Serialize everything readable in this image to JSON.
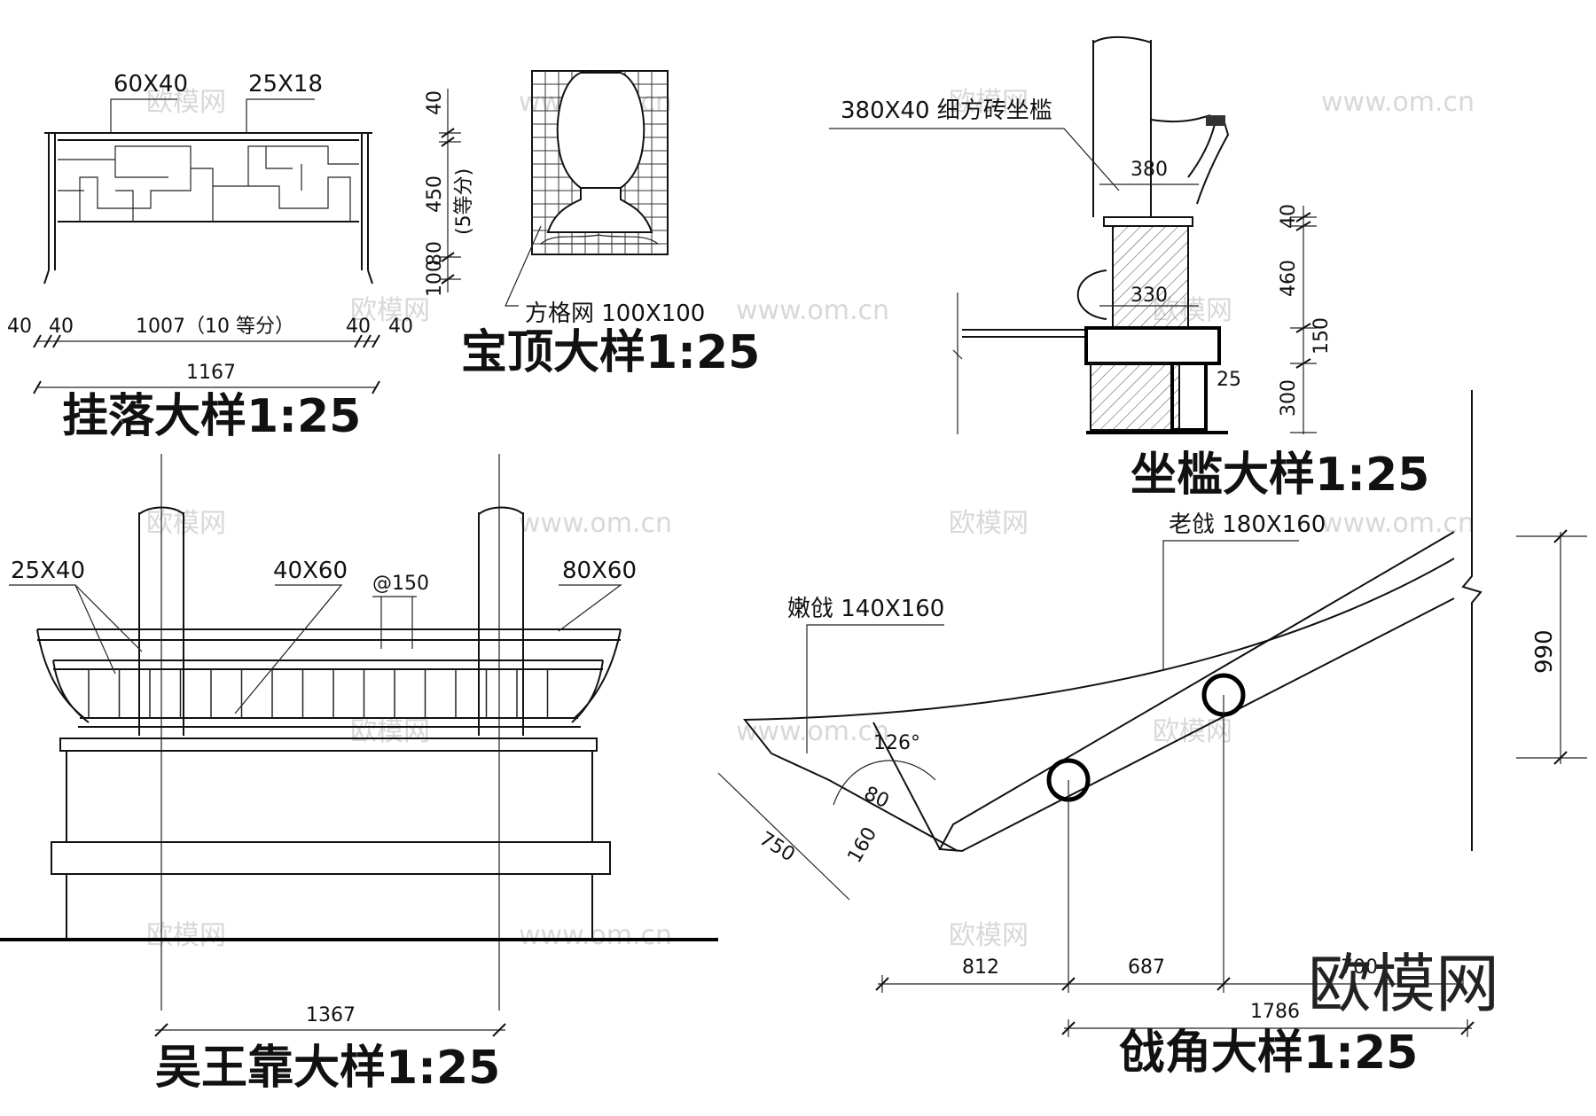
{
  "gualuo": {
    "title": "挂落大样1:25",
    "dims": {
      "top_a": "60X40",
      "top_b": "25X18",
      "left1": "40",
      "left2": "40",
      "mid": "1007（10 等分）",
      "right1": "40",
      "right2": "40",
      "total": "1167"
    }
  },
  "baoding": {
    "title": "宝顶大样1:25",
    "dims": {
      "d1": "40",
      "d2": "450",
      "d2_note": "(5等分)",
      "d3": "80",
      "d4": "100"
    },
    "note": "方格网 100X100"
  },
  "zuojian": {
    "title": "坐槛大样1:25",
    "note": "380X40 细方砖坐槛",
    "dims": {
      "w1": "380",
      "w2": "330",
      "h1": "40",
      "h2": "460",
      "h3": "150",
      "h4": "300",
      "s1": "25"
    }
  },
  "wuwangkao": {
    "title": "吴王靠大样1:25",
    "dims": {
      "a": "25X40",
      "b": "40X60",
      "spacing": "@150",
      "c": "80X60",
      "total": "1367"
    }
  },
  "qiangjiao": {
    "title": "戗角大样1:25",
    "labels": {
      "laoqiang": "老戗 180X160",
      "nenqiang": "嫩戗 140X160"
    },
    "dims": {
      "angle": "126°",
      "d80": "80",
      "d160": "160",
      "d750": "750",
      "h990": "990",
      "x812": "812",
      "x687": "687",
      "x_hidden": "700",
      "x1786": "1786"
    }
  },
  "watermark": {
    "small": "欧模网",
    "url": "www.om.cn",
    "big": "欧模网"
  }
}
